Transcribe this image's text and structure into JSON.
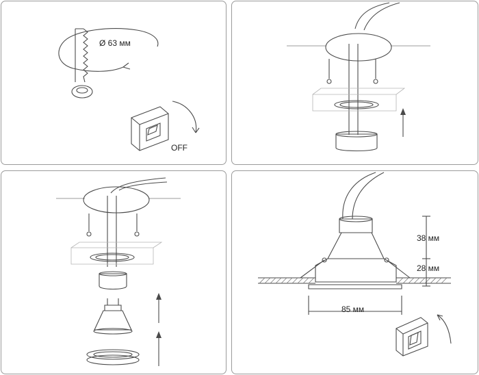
{
  "steps": [
    {
      "id": 1,
      "hole_label": "Ø 63 мм",
      "switch_label": "OFF"
    },
    {
      "id": 2
    },
    {
      "id": 3
    },
    {
      "id": 4,
      "dim_upper": "38 мм",
      "dim_lower": "28 мм",
      "dim_width": "85 мм"
    }
  ],
  "colors": {
    "line": "#4a4a4a",
    "panel_border": "#9a9a9a"
  },
  "icons": [
    "hole-saw-icon",
    "rotate-arrow-icon",
    "wall-switch-icon",
    "up-arrow-icon"
  ]
}
